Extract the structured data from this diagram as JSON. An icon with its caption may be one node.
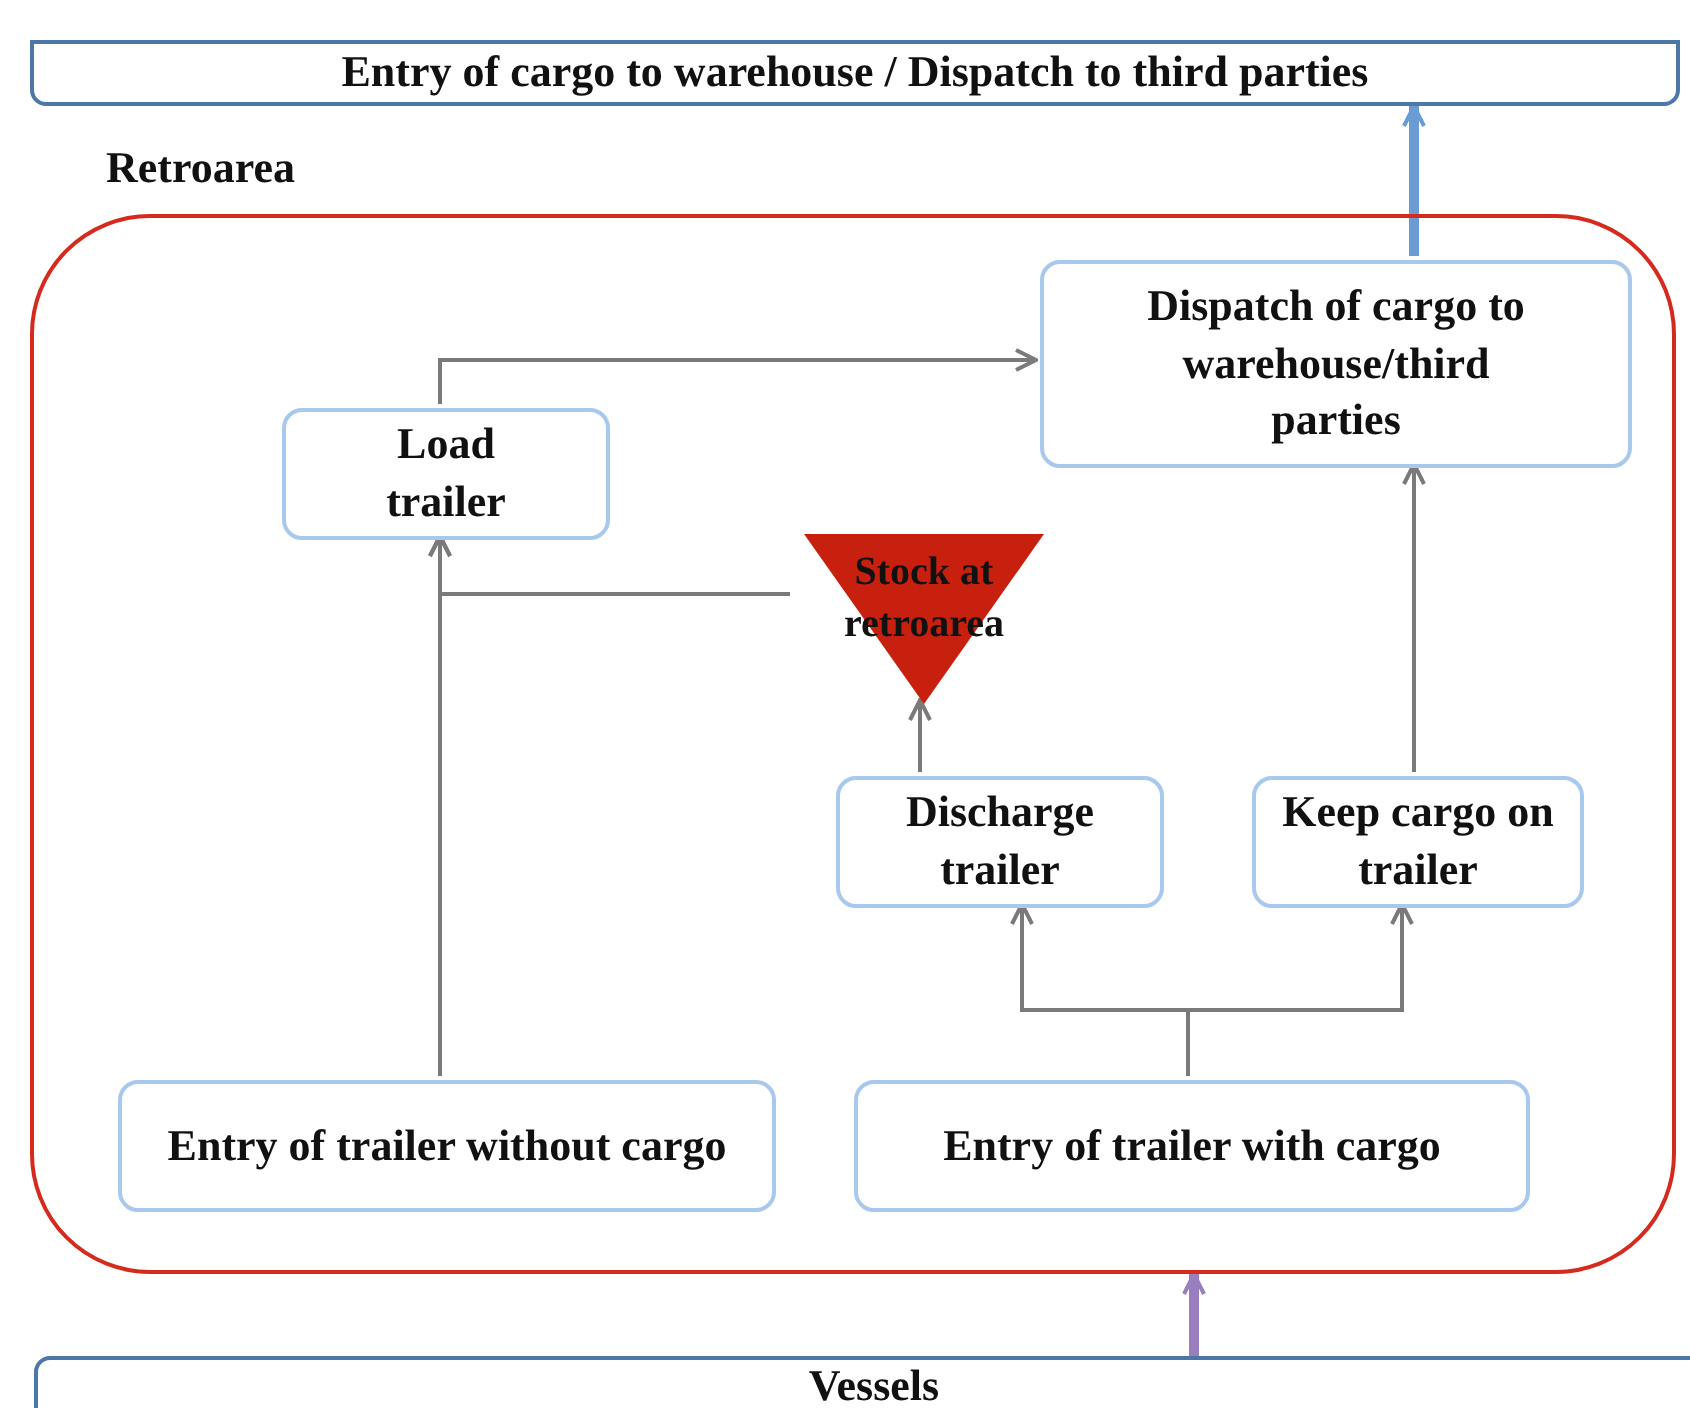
{
  "diagram": {
    "nodes": [
      {
        "text": [
          "Entry of cargo to warehouse / Dispatch to third parties"
        ]
      },
      {
        "text": [
          "Retroarea"
        ]
      },
      {
        "text": [
          "Dispatch of cargo to warehouse/third parties"
        ],
        "in": 1
      },
      {
        "text": [
          "Load trailer"
        ],
        "in": 1
      },
      {
        "text": [
          "Stock at retroarea"
        ],
        "in": 1
      },
      {
        "text": [
          "Discharge trailer"
        ],
        "in": 1
      },
      {
        "text": [
          "Keep cargo on trailer"
        ],
        "in": 1
      },
      {
        "text": [
          "Entry of trailer without cargo"
        ],
        "in": 1
      },
      {
        "text": [
          "Entry of trailer with cargo"
        ],
        "in": 1
      },
      {
        "text": [
          "Vessels"
        ]
      }
    ],
    "edges": [
      {
        "from": 9,
        "to": 1,
        "arrow": "to",
        "style": "thick",
        "color": "#9a7fbf"
      },
      {
        "from": 8,
        "to": 5,
        "arrow": "to"
      },
      {
        "from": 8,
        "to": 6,
        "arrow": "to"
      },
      {
        "from": 7,
        "to": 3,
        "arrow": "to"
      },
      {
        "from": 4,
        "to": 3,
        "arrow": "to"
      },
      {
        "from": 5,
        "to": 4,
        "arrow": "to"
      },
      {
        "from": 6,
        "to": 2,
        "arrow": "to"
      },
      {
        "from": 3,
        "to": 2,
        "arrow": "to"
      },
      {
        "from": 2,
        "to": 0,
        "arrow": "to",
        "style": "thick",
        "color": "#6a9bd3"
      }
    ]
  }
}
